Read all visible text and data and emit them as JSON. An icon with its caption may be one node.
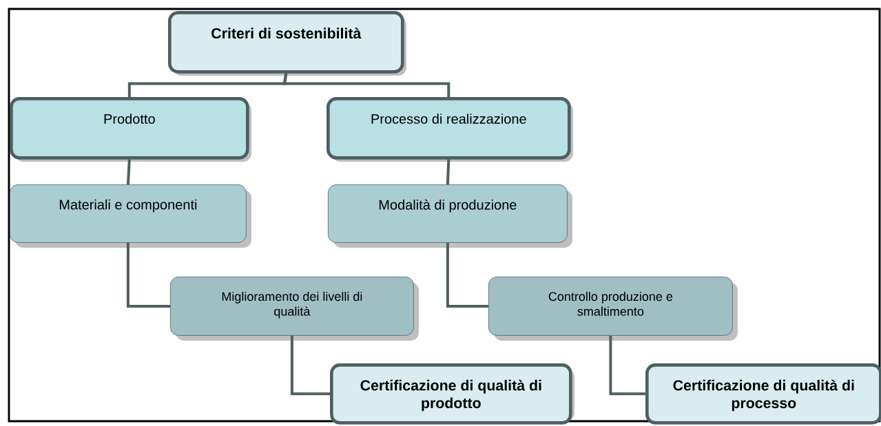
{
  "diagram": {
    "nodes": [
      {
        "text": [
          "Criteri di sostenibilità"
        ]
      },
      {
        "text": [
          "Prodotto"
        ]
      },
      {
        "text": [
          "Processo di realizzazione"
        ]
      },
      {
        "text": [
          "Materiali e componenti"
        ]
      },
      {
        "text": [
          "Modalità di produzione"
        ]
      },
      {
        "text": [
          "Miglioramento dei livelli di qualità"
        ]
      },
      {
        "text": [
          "Controllo produzione e smaltimento"
        ]
      },
      {
        "text": [
          "Certificazione di qualità di prodotto"
        ]
      },
      {
        "text": [
          "Certificazione di qualità di processo"
        ]
      }
    ],
    "edges": [
      {
        "from": 0,
        "to": 1,
        "arrow": "none"
      },
      {
        "from": 0,
        "to": 2,
        "arrow": "none"
      },
      {
        "from": 1,
        "to": 3,
        "arrow": "none"
      },
      {
        "from": 2,
        "to": 4,
        "arrow": "none"
      },
      {
        "from": 3,
        "to": 5,
        "arrow": "none"
      },
      {
        "from": 4,
        "to": 6,
        "arrow": "none"
      },
      {
        "from": 5,
        "to": 7,
        "arrow": "none"
      },
      {
        "from": 6,
        "to": 8,
        "arrow": "none"
      }
    ]
  }
}
